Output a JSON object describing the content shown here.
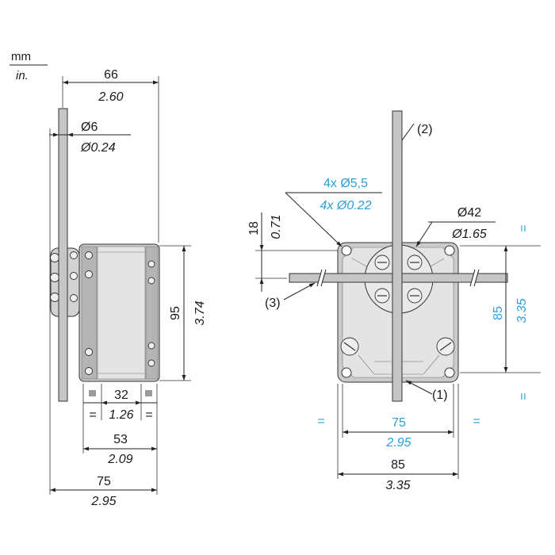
{
  "units": {
    "primary": "mm",
    "secondary": "in."
  },
  "side_view": {
    "dim_top_width": {
      "mm": "66",
      "in": "2.60"
    },
    "dim_rod": {
      "mm": "Ø6",
      "in": "Ø0.24"
    },
    "dim_height": {
      "mm": "95",
      "in": "3.74"
    },
    "dim_center": {
      "mm": "32",
      "in": "1.26",
      "equal_left": "=",
      "equal_right": "="
    },
    "dim_body": {
      "mm": "53",
      "in": "2.09"
    },
    "dim_overall": {
      "mm": "75",
      "in": "2.95"
    }
  },
  "front_view": {
    "callout_1": "(1)",
    "callout_2": "(2)",
    "callout_3": "(3)",
    "dim_holes": {
      "mm": "4x Ø5,5",
      "in": "4x Ø0.22"
    },
    "dim_offset": {
      "mm": "18",
      "in": "0.71"
    },
    "dim_head": {
      "mm": "Ø42",
      "in": "Ø1.65"
    },
    "dim_vertical": {
      "mm": "85",
      "in": "3.35",
      "equal_top": "=",
      "equal_bottom": "="
    },
    "dim_hole_spacing": {
      "mm": "75",
      "in": "2.95",
      "equal_left": "=",
      "equal_right": "="
    },
    "dim_width": {
      "mm": "85",
      "in": "3.35"
    }
  },
  "colors": {
    "line": "#222222",
    "accent": "#2aa1d9",
    "body": "#cbcbcb",
    "body_light": "#e4e4e4",
    "body_dark": "#b4b4b4",
    "rod": "#c6c6c6"
  }
}
